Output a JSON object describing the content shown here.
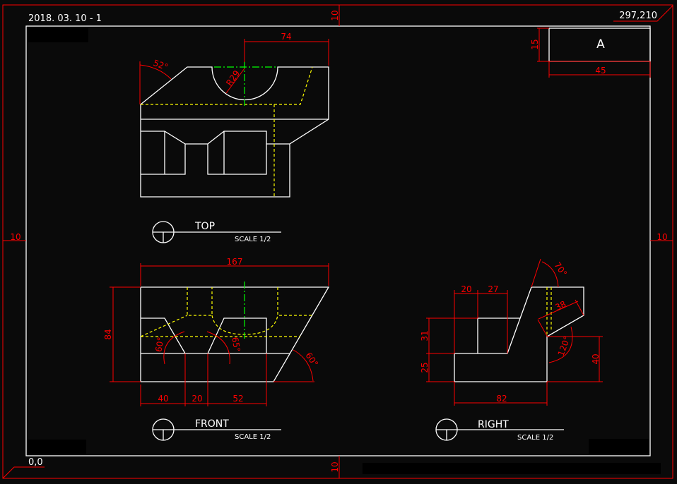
{
  "header": {
    "date_label": "2018. 03. 10 - 1",
    "sheet_size": "297,210",
    "origin": "0,0",
    "margin_top": "10",
    "margin_bottom": "10",
    "margin_left": "10",
    "margin_right": "10"
  },
  "title_block": {
    "letter": "A",
    "height_dim": "15",
    "width_dim": "45"
  },
  "views": {
    "top": {
      "label": "TOP",
      "scale": "SCALE 1/2",
      "dims": {
        "width": "74",
        "angle": "52°",
        "radius": "R29"
      }
    },
    "front": {
      "label": "FRONT",
      "scale": "SCALE 1/2",
      "dims": {
        "overall": "167",
        "height": "84",
        "seg1": "40",
        "seg2": "20",
        "seg3": "52",
        "angle_left": "60°",
        "angle_mid": "65°",
        "angle_right": "60°"
      }
    },
    "right": {
      "label": "RIGHT",
      "scale": "SCALE 1/2",
      "dims": {
        "w1": "20",
        "w2": "27",
        "h1": "31",
        "h2": "25",
        "h3": "40",
        "base": "82",
        "slot": "38",
        "angle_top": "70°",
        "angle_low": "120°"
      }
    }
  },
  "colors": {
    "background": "#0a0a0a",
    "outline": "#ffffff",
    "dimension": "#ff0000",
    "hidden": "#ffff00",
    "center": "#00ff00"
  }
}
